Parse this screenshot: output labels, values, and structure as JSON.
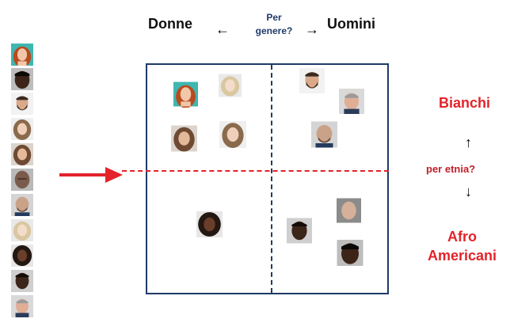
{
  "header": {
    "left_label": "Donne",
    "right_label": "Uomini",
    "question": "Per genere?",
    "left_arrow": "←",
    "right_arrow": "→"
  },
  "side": {
    "top_label": "Bianchi",
    "question": "per etnia?",
    "bottom_label": "Afro Americani",
    "up_arrow": "↑",
    "down_arrow": "↓"
  },
  "colors": {
    "frame": "#1f3a68",
    "red": "#e3232a",
    "navy_text": "#1f3a68"
  },
  "quadrants": {
    "top_left": [
      "face-red-hair-woman",
      "face-blonde-woman",
      "face-brunette-woman",
      "face-dark-blonde-woman"
    ],
    "top_right": [
      "face-bearded-man",
      "face-older-man",
      "face-bald-man"
    ],
    "bottom_left": [
      "face-black-woman"
    ],
    "bottom_right": [
      "face-black-man",
      "face-black-man",
      "face-black-man"
    ]
  }
}
